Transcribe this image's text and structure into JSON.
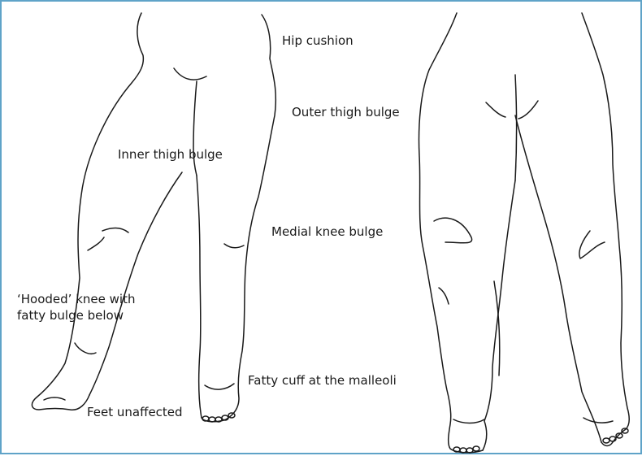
{
  "labels": {
    "hip_cushion": "Hip cushion",
    "outer_thigh_bulge": "Outer thigh bulge",
    "inner_thigh_bulge": "Inner thigh bulge",
    "medial_knee_bulge": "Medial knee bulge",
    "hooded_knee_line1": "‘Hooded’ knee with",
    "hooded_knee_line2": "fatty bulge below",
    "fatty_cuff": "Fatty cuff at the malleoli",
    "feet_unaffected": "Feet unaffected"
  },
  "colors": {
    "frame": "#5fa3c8",
    "ink": "#1a1a1a"
  },
  "figures": [
    "left-leg-illustration",
    "right-leg-illustration"
  ]
}
